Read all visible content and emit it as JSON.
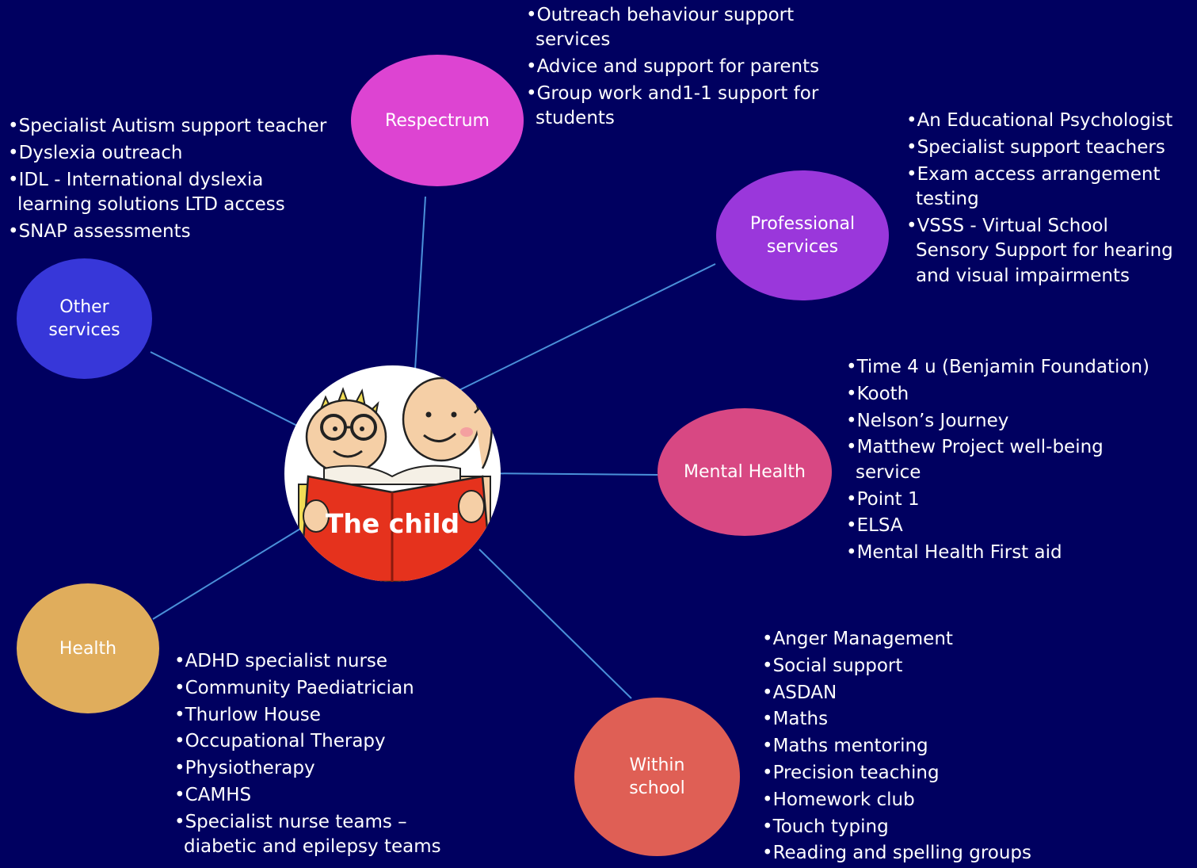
{
  "center": {
    "label": "The child"
  },
  "nodes": {
    "respectrum": {
      "label": "Respectrum",
      "color": "#dd44d2"
    },
    "professional": {
      "label": "Professional services",
      "color": "#9a37db"
    },
    "other": {
      "label": "Other services",
      "color": "#3737d9"
    },
    "mental": {
      "label": "Mental Health",
      "color": "#d84883"
    },
    "health": {
      "label": "Health",
      "color": "#e0ad5c"
    },
    "school": {
      "label": "Within school",
      "color": "#df5f55"
    }
  },
  "lists": {
    "respectrum": [
      "Outreach behaviour support services",
      "Advice and support for parents",
      "Group work and1-1 support for students"
    ],
    "other": [
      "Specialist Autism support teacher",
      "Dyslexia outreach",
      "IDL - International dyslexia learning solutions LTD access",
      "SNAP assessments"
    ],
    "professional": [
      "An Educational Psychologist",
      "Specialist support teachers",
      "Exam access arrangement testing",
      "VSSS - Virtual School Sensory Support for hearing and visual impairments"
    ],
    "mental": [
      "Time 4 u (Benjamin Foundation)",
      "Kooth",
      "Nelson’s Journey",
      "Matthew Project well-being service",
      "Point 1",
      "ELSA",
      "Mental Health First aid"
    ],
    "health": [
      "ADHD specialist nurse",
      "Community Paediatrician",
      "Thurlow House",
      "Occupational Therapy",
      "Physiotherapy",
      "CAMHS",
      "Specialist nurse teams – diabetic and epilepsy teams"
    ],
    "school": [
      "Anger Management",
      "Social support",
      "ASDAN",
      "Maths",
      "Maths mentoring",
      "Precision teaching",
      "Homework club",
      "Touch typing",
      "Reading and spelling groups"
    ]
  },
  "colors": {
    "background": "#000060",
    "connector": "#4a90d9"
  }
}
